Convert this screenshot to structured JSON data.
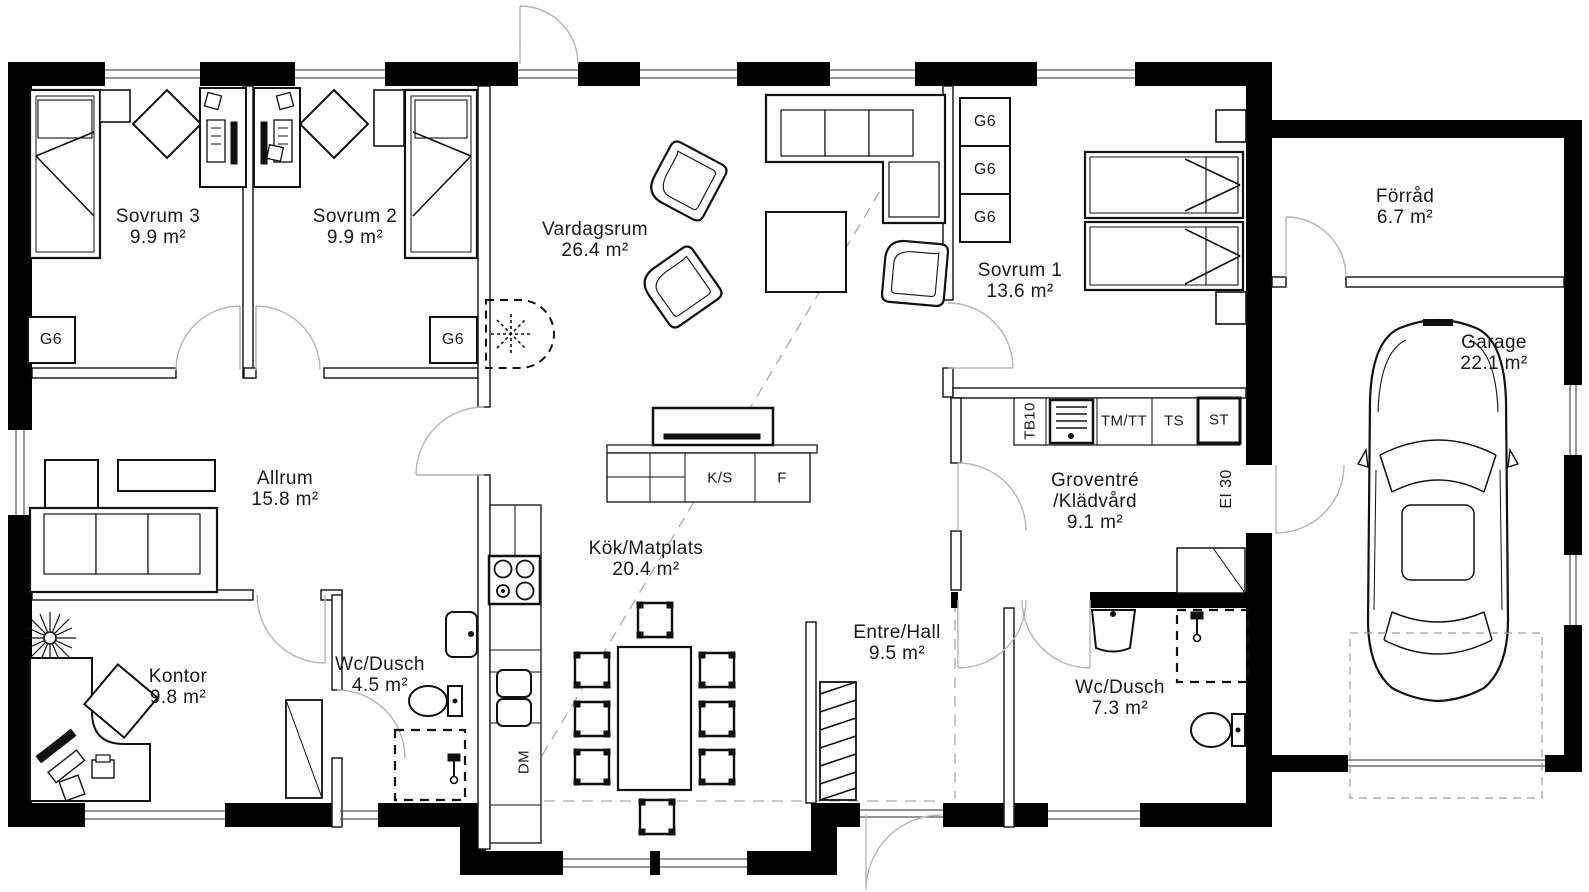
{
  "rooms": [
    {
      "name": "Sovrum 3",
      "area": "9.9 m²"
    },
    {
      "name": "Sovrum 2",
      "area": "9.9 m²"
    },
    {
      "name": "Vardagsrum",
      "area": "26.4 m²"
    },
    {
      "name": "Sovrum 1",
      "area": "13.6 m²"
    },
    {
      "name": "Förråd",
      "area": "6.7 m²"
    },
    {
      "name": "Garage",
      "area": "22.1 m²"
    },
    {
      "name": "Allrum",
      "area": "15.8 m²"
    },
    {
      "name": "Groventré",
      "name2": "/Klädvård",
      "area": "9.1 m²"
    },
    {
      "name": "Kök/Matplats",
      "area": "20.4 m²"
    },
    {
      "name": "Entre/Hall",
      "area": "9.5 m²"
    },
    {
      "name": "Kontor",
      "area": "9.8 m²"
    },
    {
      "name": "Wc/Dusch",
      "area": "4.5 m²"
    },
    {
      "name": "Wc/Dusch",
      "area": "7.3 m²"
    }
  ],
  "fixtures": {
    "wardrobe": "G6",
    "tb10": "TB10",
    "washer_dryer": "TM/TT",
    "dryer_cabinet": "TS",
    "tall_cabinet": "ST",
    "fridge": "K/S",
    "freezer": "F",
    "dishwasher": "DM",
    "fire_rating": "EI 30"
  }
}
